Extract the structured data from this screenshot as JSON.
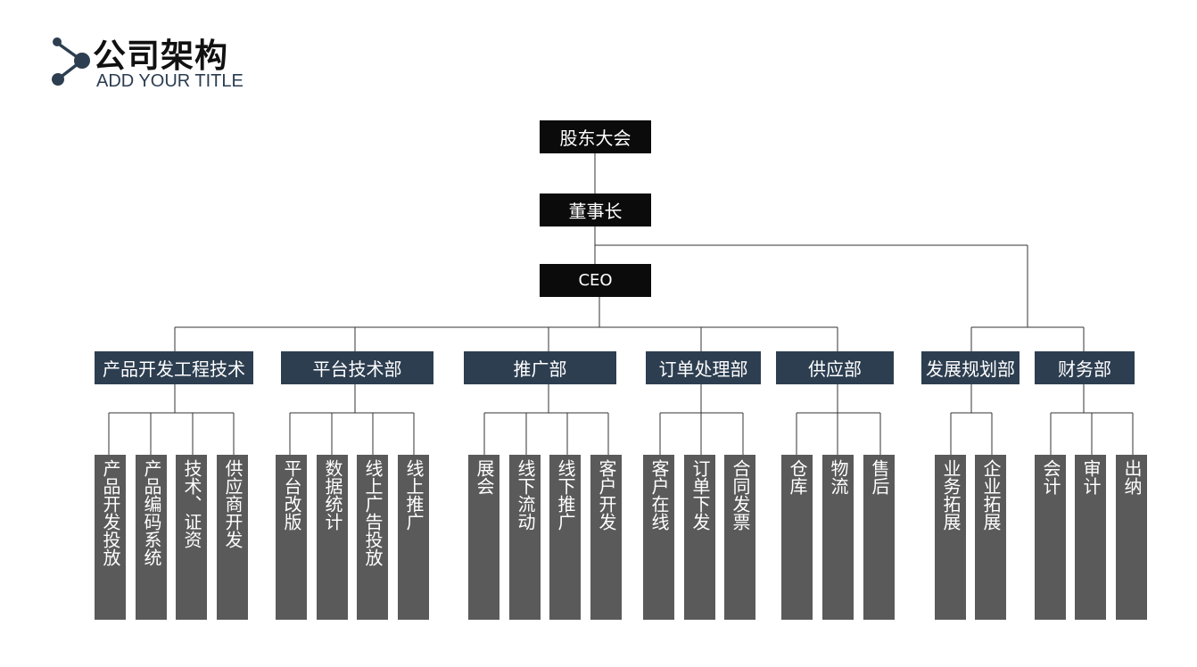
{
  "header": {
    "title": "公司架构",
    "subtitle": "ADD YOUR TITLE"
  },
  "colors": {
    "top_box": "#0b0b0b",
    "dept_box": "#2d3e50",
    "leaf_box": "#5a5a5a",
    "connector": "#333333",
    "logo": "#2d3e50"
  },
  "top_levels": [
    "股东大会",
    "董事长",
    "CEO"
  ],
  "departments": [
    {
      "label": "产品开发工程技术",
      "children": [
        "产品开发投放",
        "产品编码系统",
        "技术、证资",
        "供应商开发"
      ]
    },
    {
      "label": "平台技术部",
      "children": [
        "平台改版",
        "数据统计",
        "线上广告投放",
        "线上推广"
      ]
    },
    {
      "label": "推广部",
      "children": [
        "展会",
        "线下流动",
        "线下推广",
        "客户开发"
      ]
    },
    {
      "label": "订单处理部",
      "children": [
        "客户在线",
        "订单下发",
        "合同发票"
      ]
    },
    {
      "label": "供应部",
      "children": [
        "仓库",
        "物流",
        "售后"
      ]
    },
    {
      "label": "发展规划部",
      "children": [
        "业务拓展",
        "企业拓展"
      ]
    },
    {
      "label": "财务部",
      "children": [
        "会计",
        "审计",
        "出纳"
      ]
    }
  ]
}
